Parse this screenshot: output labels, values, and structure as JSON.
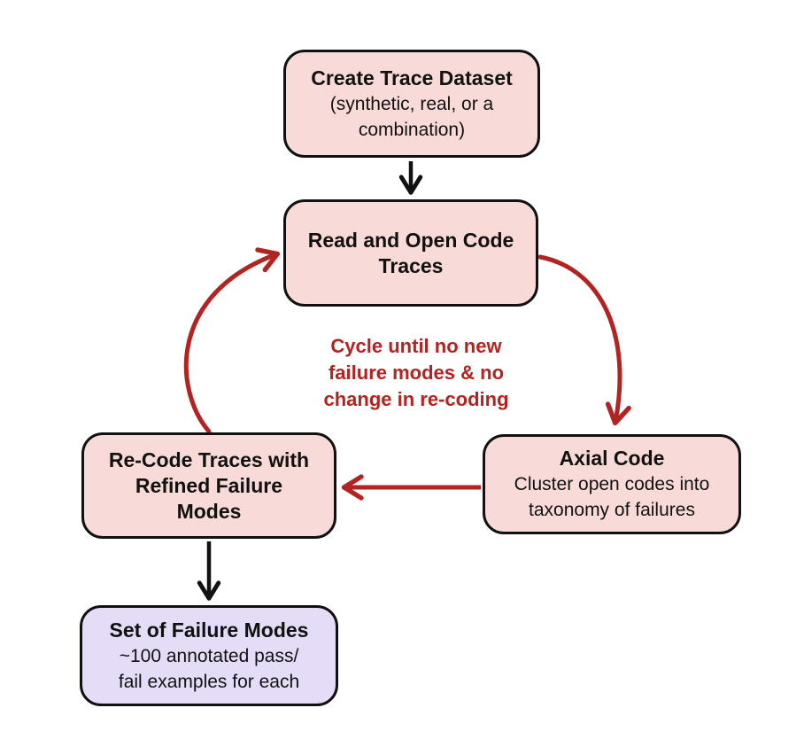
{
  "diagram": {
    "nodes": {
      "create_trace_dataset": {
        "title": "Create Trace Dataset",
        "body": "(synthetic, real, or a\ncombination)"
      },
      "read_open_code": {
        "title": "Read and Open Code\nTraces"
      },
      "axial_code": {
        "title": "Axial Code",
        "body": "Cluster open codes into\ntaxonomy of failures"
      },
      "recode_traces": {
        "title": "Re-Code Traces with\nRefined Failure\nModes"
      },
      "set_of_failure_modes": {
        "title": "Set of Failure Modes",
        "body": "~100 annotated pass/\nfail examples for each"
      }
    },
    "cycle_label": "Cycle until no new\nfailure modes & no\nchange in re-coding",
    "colors": {
      "node_fill": "#f8dbd8",
      "result_fill": "#e5ddf8",
      "border": "#111111",
      "accent_red": "#b22422",
      "text": "#111111",
      "background": "#ffffff"
    }
  }
}
